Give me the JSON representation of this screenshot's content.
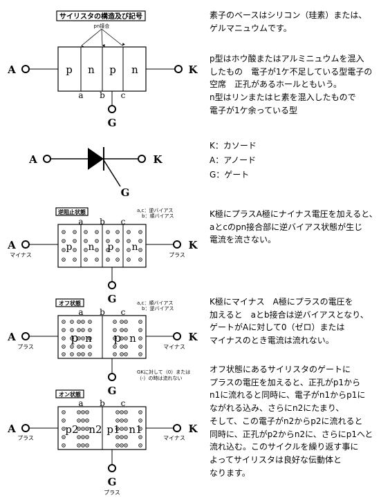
{
  "diagram1": {
    "title": "サイリスタの構造及び記号",
    "pn_label": "pn接合",
    "regions": [
      "p",
      "n",
      "p",
      "n"
    ],
    "junctions": [
      "a",
      "b",
      "c"
    ],
    "anode": "A",
    "cathode": "K",
    "gate": "G"
  },
  "symbol": {
    "anode": "A",
    "cathode": "K",
    "gate": "G"
  },
  "state1": {
    "title": "逆阻止状態",
    "note_line1": "a,c：逆バイアス",
    "note_line2": "b：順バイアス",
    "regions": [
      "p",
      "n",
      "p",
      "n"
    ],
    "junctions": [
      "a",
      "b",
      "c"
    ],
    "anode": "A",
    "cathode": "K",
    "gate": "G",
    "anode_polarity": "マイナス",
    "cathode_polarity": "プラス"
  },
  "state2": {
    "title": "オフ状態",
    "note_line1": "a,c：順バイアス",
    "note_line2": "b：逆バイアス",
    "regions": [
      "p",
      "n",
      "p",
      "n"
    ],
    "junctions": [
      "a",
      "b",
      "c"
    ],
    "anode": "A",
    "cathode": "K",
    "gate": "G",
    "anode_polarity": "プラス",
    "cathode_polarity": "マイナス",
    "gate_note_line1": "GKに対して（0）または",
    "gate_note_line2": "（-）の時は流れない"
  },
  "state3": {
    "title": "オン状態",
    "regions": [
      "p2",
      "n2",
      "p1",
      "n1"
    ],
    "junctions": [
      "a",
      "b",
      "c"
    ],
    "anode": "A",
    "cathode": "K",
    "gate": "G",
    "anode_polarity": "プラス",
    "cathode_polarity": "マイナス",
    "gate_polarity": "プラス"
  },
  "text_blocks": {
    "base": [
      "素子のベースはシリコン（珪素）または、",
      "ゲルマニュウムです。"
    ],
    "types": [
      "p型はホウ酸またはアルミニュウムを混入",
      "したもの　電子が1ケ不足している型電子の",
      "空席　正孔があるホールともいう。",
      "n型はリンまたはヒ素を混入したもので",
      "電子が1ケ余っている型"
    ],
    "legend": [
      "K：カソード",
      "A：アノード",
      "G：ゲート"
    ],
    "reverse": [
      "K極にプラスA極にナイナス電圧を加えると、",
      "aとcのpn接合部に逆バイアス状態が生じ",
      "電流を流さない。"
    ],
    "off": [
      "K極にマイナス　A極にプラスの電圧を",
      "加えると　aとb接合は逆バイアスとなり、",
      "ゲートがAに対して0（ゼロ）または",
      "マイナスのとき電流は流れない。"
    ],
    "on": [
      "オフ状態にあるサイリスタのゲートに",
      "プラスの電圧を加えると、正孔がp1から",
      "n1に流れると同時に、電子がn1からp1に",
      "ながれる込み、さらにn2にたまり、",
      "そして、この電子がn2からp2に流れると",
      "同時に、正孔がp2からn2に、さらにp1へと",
      "流れ込む。このサイクルを繰り返す事に",
      "よってサイリスタは良好な伝動体と",
      "なります。"
    ]
  }
}
